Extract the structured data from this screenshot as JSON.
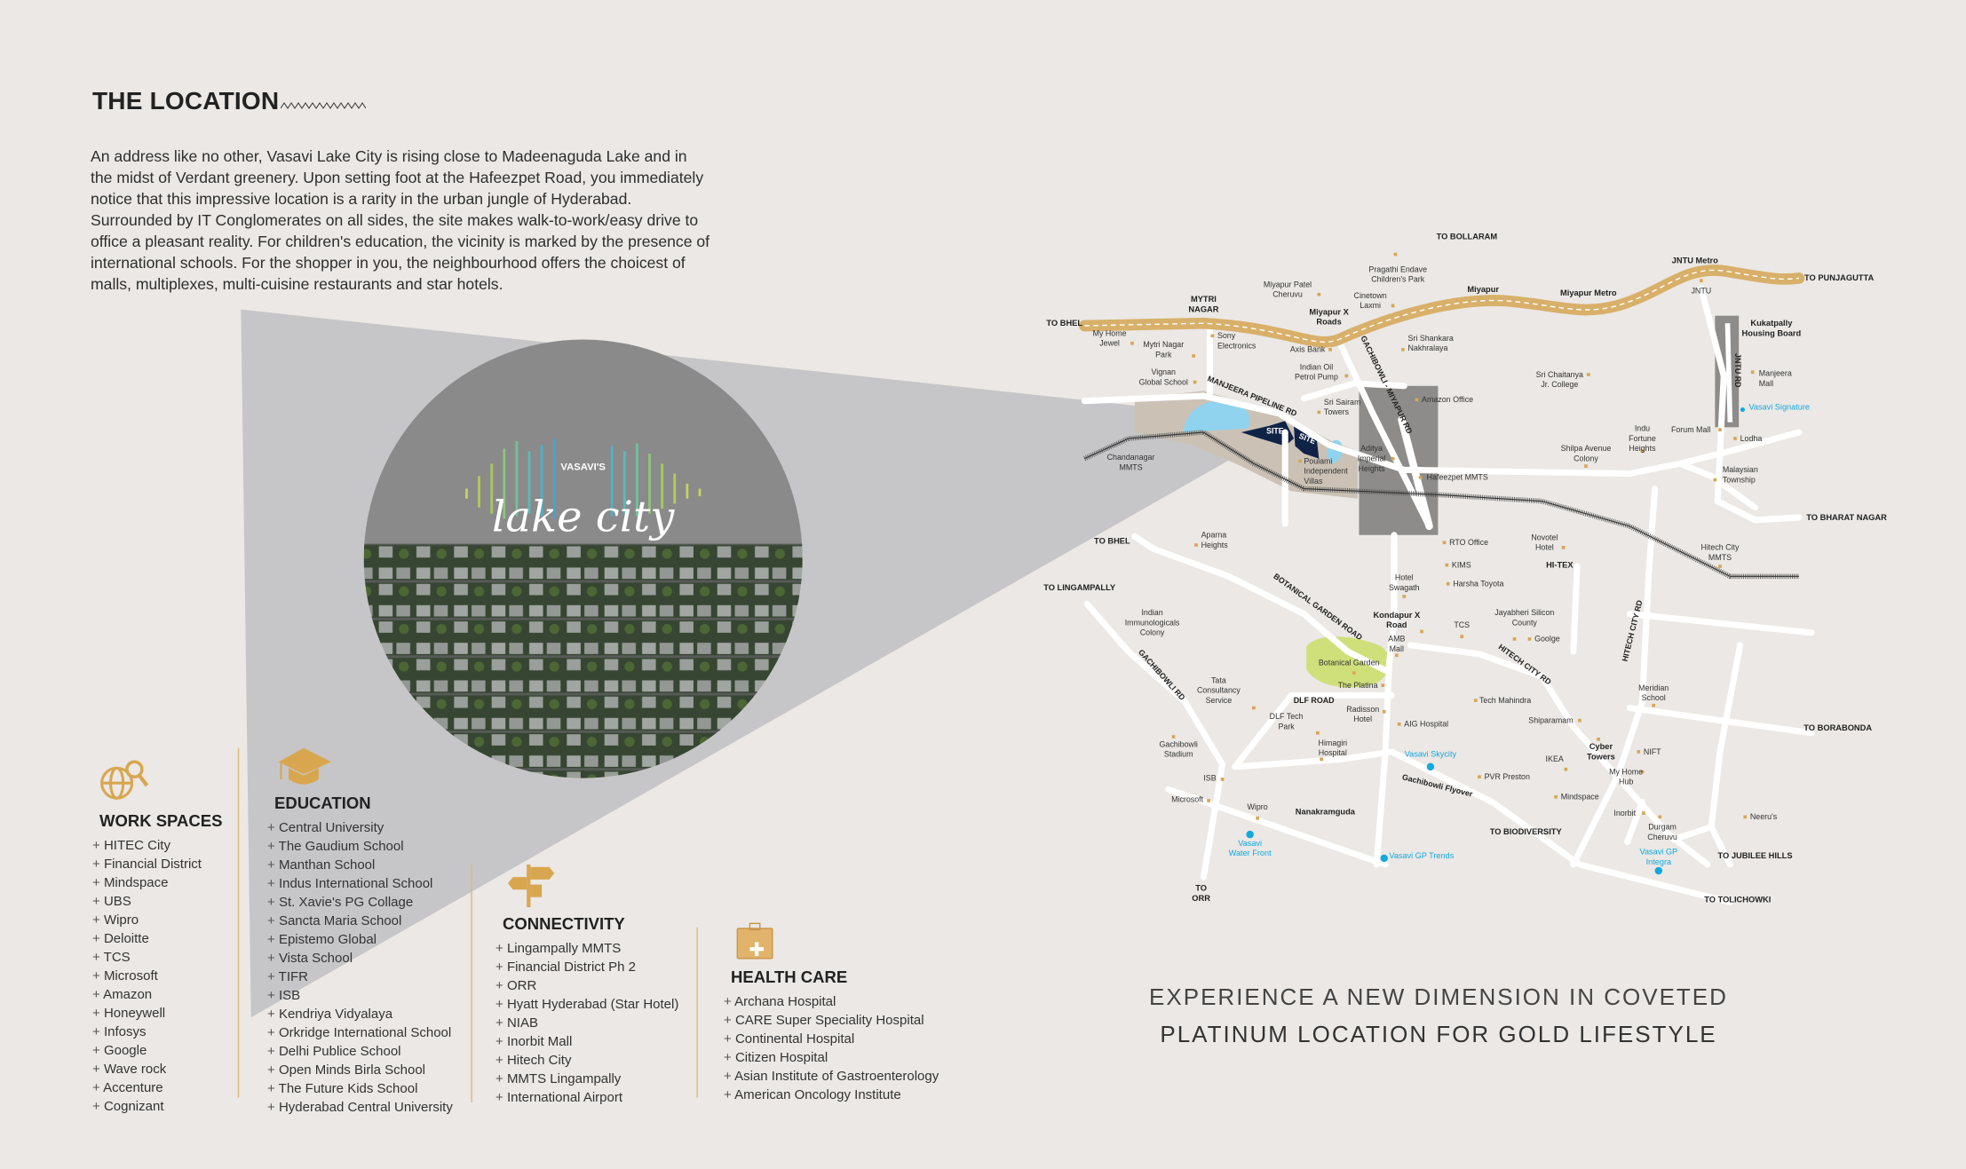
{
  "header": {
    "title": "THE LOCATION"
  },
  "intro": "An address like no other, Vasavi Lake City is rising close to Madeenaguda Lake and in the midst of Verdant greenery. Upon setting foot at the Hafeezpet Road, you immediately notice that this impressive location is a rarity in the urban jungle of Hyderabad. Surrounded by IT Conglomerates on all sides, the site makes walk-to-work/easy drive to office a pleasant reality. For children's education, the vicinity is marked by the presence of international schools. For the shopper in you, the neighbourhood offers the choicest of malls, multiplexes, multi-cuisine restaurants and star hotels.",
  "brand": {
    "prefix": "VASAVI'S",
    "name": "lake city"
  },
  "sections": {
    "workspaces": {
      "title": "WORK SPACES",
      "icon": "globe-search-icon",
      "items": [
        "HITEC City",
        "Financial District",
        "Mindspace",
        "UBS",
        "Wipro",
        "Deloitte",
        "TCS",
        "Microsoft",
        "Amazon",
        "Honeywell",
        "Infosys",
        "Google",
        "Wave rock",
        "Accenture",
        "Cognizant"
      ]
    },
    "education": {
      "title": "EDUCATION",
      "icon": "graduation-cap-icon",
      "items": [
        "Central University",
        "The Gaudium School",
        "Manthan School",
        "Indus International School",
        "St. Xavie's PG Collage",
        "Sancta Maria School",
        "Epistemo Global",
        "Vista School",
        "TIFR",
        "ISB",
        "Kendriya Vidyalaya",
        "Orkridge International School",
        "Delhi Publice School",
        "Open Minds Birla School",
        "The Future Kids School",
        "Hyderabad Central University"
      ]
    },
    "connectivity": {
      "title": "CONNECTIVITY",
      "icon": "signpost-icon",
      "items": [
        "Lingampally MMTS",
        "Financial District Ph 2",
        "ORR",
        "Hyatt Hyderabad (Star Hotel)",
        "NIAB",
        "Inorbit Mall",
        "Hitech City",
        "MMTS Lingampally",
        "International Airport"
      ]
    },
    "healthcare": {
      "title": "HEALTH CARE",
      "icon": "medical-kit-icon",
      "items": [
        "Archana Hospital",
        "CARE Super Speciality Hospital",
        "Continental Hospital",
        "Citizen Hospital",
        "Asian Institute of Gastroenterology",
        "American Oncology Institute"
      ]
    }
  },
  "tagline": {
    "line1": "EXPERIENCE A NEW DIMENSION IN COVETED",
    "line2": "PLATINUM LOCATION FOR GOLD LIFESTYLE"
  },
  "colors": {
    "background": "#ebe8e5",
    "gold": "#d9a650",
    "highway": "#d8b06a",
    "vasavi": "#12a8e0",
    "site": "#0f2346",
    "lake": "#8fd3ee",
    "garden": "#cfe07a",
    "cone": "#c4c4c6"
  },
  "map": {
    "labels": [
      {
        "kind": "dest",
        "lines": [
          "TO BOLLARAM"
        ]
      },
      {
        "kind": "poi",
        "lines": [
          "Pragathi Endave",
          "Children's Park"
        ]
      },
      {
        "kind": "poi",
        "lines": [
          "Miyapur Patel",
          "Cheruvu"
        ]
      },
      {
        "kind": "poi",
        "lines": [
          "Cinetown",
          "Laxmi"
        ]
      },
      {
        "kind": "area",
        "lines": [
          "Miyapur"
        ]
      },
      {
        "kind": "area",
        "lines": [
          "Miyapur Metro"
        ]
      },
      {
        "kind": "area",
        "lines": [
          "JNTU Metro"
        ]
      },
      {
        "kind": "poi",
        "lines": [
          "JNTU"
        ]
      },
      {
        "kind": "dest",
        "lines": [
          "TO PUNJAGUTTA"
        ]
      },
      {
        "kind": "area",
        "lines": [
          "MYTRI",
          "NAGAR"
        ]
      },
      {
        "kind": "area",
        "lines": [
          "Miyapur X",
          "Roads"
        ]
      },
      {
        "kind": "dest",
        "lines": [
          "TO BHEL"
        ]
      },
      {
        "kind": "poi",
        "lines": [
          "My Home",
          "Jewel"
        ]
      },
      {
        "kind": "poi",
        "lines": [
          "Mytri Nagar",
          "Park"
        ]
      },
      {
        "kind": "poi",
        "lines": [
          "Sony",
          "Electronics"
        ]
      },
      {
        "kind": "poi",
        "lines": [
          "Axis Bank"
        ]
      },
      {
        "kind": "poi",
        "lines": [
          "Sri Shankara",
          "Nakhralaya"
        ]
      },
      {
        "kind": "area",
        "lines": [
          "Kukatpally",
          "Housing Board"
        ]
      },
      {
        "kind": "poi",
        "lines": [
          "Indian Oil",
          "Petrol Pump"
        ]
      },
      {
        "kind": "poi",
        "lines": [
          "Vignan",
          "Global School"
        ]
      },
      {
        "kind": "road",
        "lines": [
          "JNTU RD"
        ]
      },
      {
        "kind": "poi",
        "lines": [
          "Manjeera",
          "Mall"
        ]
      },
      {
        "kind": "poi",
        "lines": [
          "Sri Chaitanya",
          "Jr. College"
        ]
      },
      {
        "kind": "road",
        "lines": [
          "MANJEERA PIPELINE RD"
        ]
      },
      {
        "kind": "poi",
        "lines": [
          "Sri Sairam",
          "Towers"
        ]
      },
      {
        "kind": "poi",
        "lines": [
          "Amazon Office"
        ]
      },
      {
        "kind": "road",
        "lines": [
          "GACHIBOWLI - MIYAPUR RD"
        ]
      },
      {
        "kind": "vasavi",
        "lines": [
          "Vasavi Signature"
        ]
      },
      {
        "kind": "site",
        "lines": [
          "SITE"
        ]
      },
      {
        "kind": "site",
        "lines": [
          "SITE"
        ]
      },
      {
        "kind": "poi",
        "lines": [
          "Chandanagar",
          "MMTS"
        ]
      },
      {
        "kind": "poi",
        "lines": [
          "Poulami",
          "Independent",
          "Villas"
        ]
      },
      {
        "kind": "poi",
        "lines": [
          "Aditya",
          "Imperial",
          "Heights"
        ]
      },
      {
        "kind": "poi",
        "lines": [
          "Indu",
          "Fortune",
          "Heights"
        ]
      },
      {
        "kind": "poi",
        "lines": [
          "Forum Mall"
        ]
      },
      {
        "kind": "poi",
        "lines": [
          "Lodha"
        ]
      },
      {
        "kind": "poi",
        "lines": [
          "Shilpa Avenue",
          "Colony"
        ]
      },
      {
        "kind": "poi",
        "lines": [
          "Malaysian",
          "Township"
        ]
      },
      {
        "kind": "poi",
        "lines": [
          "Hafeezpet MMTS"
        ]
      },
      {
        "kind": "dest",
        "lines": [
          "TO BHARAT NAGAR"
        ]
      },
      {
        "kind": "dest",
        "lines": [
          "TO BHEL"
        ]
      },
      {
        "kind": "poi",
        "lines": [
          "Aparna",
          "Heights"
        ]
      },
      {
        "kind": "poi",
        "lines": [
          "RTO Office"
        ]
      },
      {
        "kind": "poi",
        "lines": [
          "Novotel",
          "Hotel"
        ]
      },
      {
        "kind": "poi",
        "lines": [
          "Hitech City",
          "MMTS"
        ]
      },
      {
        "kind": "poi",
        "lines": [
          "KIMS"
        ]
      },
      {
        "kind": "area",
        "lines": [
          "HI-TEX"
        ]
      },
      {
        "kind": "dest",
        "lines": [
          "TO LINGAMPALLY"
        ]
      },
      {
        "kind": "poi",
        "lines": [
          "Hotel",
          "Swagath"
        ]
      },
      {
        "kind": "poi",
        "lines": [
          "Harsha Toyota"
        ]
      },
      {
        "kind": "road",
        "lines": [
          "BOTANICAL GARDEN ROAD"
        ]
      },
      {
        "kind": "poi",
        "lines": [
          "Indian",
          "Immunologicals",
          "Colony"
        ]
      },
      {
        "kind": "area",
        "lines": [
          "Kondapur X",
          "Road"
        ]
      },
      {
        "kind": "poi",
        "lines": [
          "TCS"
        ]
      },
      {
        "kind": "poi",
        "lines": [
          "Jayabheri Silicon",
          "County"
        ]
      },
      {
        "kind": "poi",
        "lines": [
          "Goolge"
        ]
      },
      {
        "kind": "poi",
        "lines": [
          "AMB",
          "Mall"
        ]
      },
      {
        "kind": "road",
        "lines": [
          "HITECH CITY RD"
        ]
      },
      {
        "kind": "road",
        "lines": [
          "HITECH CITY RD"
        ]
      },
      {
        "kind": "road",
        "lines": [
          "GACHIBOWLI RD"
        ]
      },
      {
        "kind": "park",
        "lines": [
          "Botanical Garden"
        ]
      },
      {
        "kind": "poi",
        "lines": [
          "Tata",
          "Consultancy",
          "Service"
        ]
      },
      {
        "kind": "poi",
        "lines": [
          "The Platina"
        ]
      },
      {
        "kind": "road",
        "lines": [
          "DLF ROAD"
        ]
      },
      {
        "kind": "poi",
        "lines": [
          "Tech Mahindra"
        ]
      },
      {
        "kind": "poi",
        "lines": [
          "Meridian",
          "School"
        ]
      },
      {
        "kind": "poi",
        "lines": [
          "Radisson",
          "Hotel"
        ]
      },
      {
        "kind": "poi",
        "lines": [
          "DLF Tech",
          "Park"
        ]
      },
      {
        "kind": "poi",
        "lines": [
          "AIG Hospital"
        ]
      },
      {
        "kind": "poi",
        "lines": [
          "Shiparamam"
        ]
      },
      {
        "kind": "dest",
        "lines": [
          "TO BORABONDA"
        ]
      },
      {
        "kind": "poi",
        "lines": [
          "Gachibowli",
          "Stadium"
        ]
      },
      {
        "kind": "poi",
        "lines": [
          "Himagiri",
          "Hospital"
        ]
      },
      {
        "kind": "area",
        "lines": [
          "Cyber",
          "Towers"
        ]
      },
      {
        "kind": "poi",
        "lines": [
          "NIFT"
        ]
      },
      {
        "kind": "vasavi",
        "lines": [
          "Vasavi Skycity"
        ]
      },
      {
        "kind": "poi",
        "lines": [
          "IKEA"
        ]
      },
      {
        "kind": "poi",
        "lines": [
          "PVR Preston"
        ]
      },
      {
        "kind": "poi",
        "lines": [
          "My Home",
          "Hub"
        ]
      },
      {
        "kind": "poi",
        "lines": [
          "ISB"
        ]
      },
      {
        "kind": "road",
        "lines": [
          "Gachibowli Flyover"
        ]
      },
      {
        "kind": "poi",
        "lines": [
          "Microsoft"
        ]
      },
      {
        "kind": "poi",
        "lines": [
          "Mindspace"
        ]
      },
      {
        "kind": "poi",
        "lines": [
          "Wipro"
        ]
      },
      {
        "kind": "area",
        "lines": [
          "Nanakramguda"
        ]
      },
      {
        "kind": "poi",
        "lines": [
          "Inorbit"
        ]
      },
      {
        "kind": "poi",
        "lines": [
          "Neeru's"
        ]
      },
      {
        "kind": "poi",
        "lines": [
          "Durgam",
          "Cheruvu"
        ]
      },
      {
        "kind": "vasavi",
        "lines": [
          "Vasavi",
          "Water Front"
        ]
      },
      {
        "kind": "dest",
        "lines": [
          "TO BIODIVERSITY"
        ]
      },
      {
        "kind": "vasavi",
        "lines": [
          "Vasavi GP",
          "Integra"
        ]
      },
      {
        "kind": "vasavi",
        "lines": [
          "Vasavi GP Trends"
        ]
      },
      {
        "kind": "dest",
        "lines": [
          "TO JUBILEE HILLS"
        ]
      },
      {
        "kind": "dest",
        "lines": [
          "TO",
          "ORR"
        ]
      },
      {
        "kind": "dest",
        "lines": [
          "TO TOLICHOWKI"
        ]
      }
    ]
  }
}
